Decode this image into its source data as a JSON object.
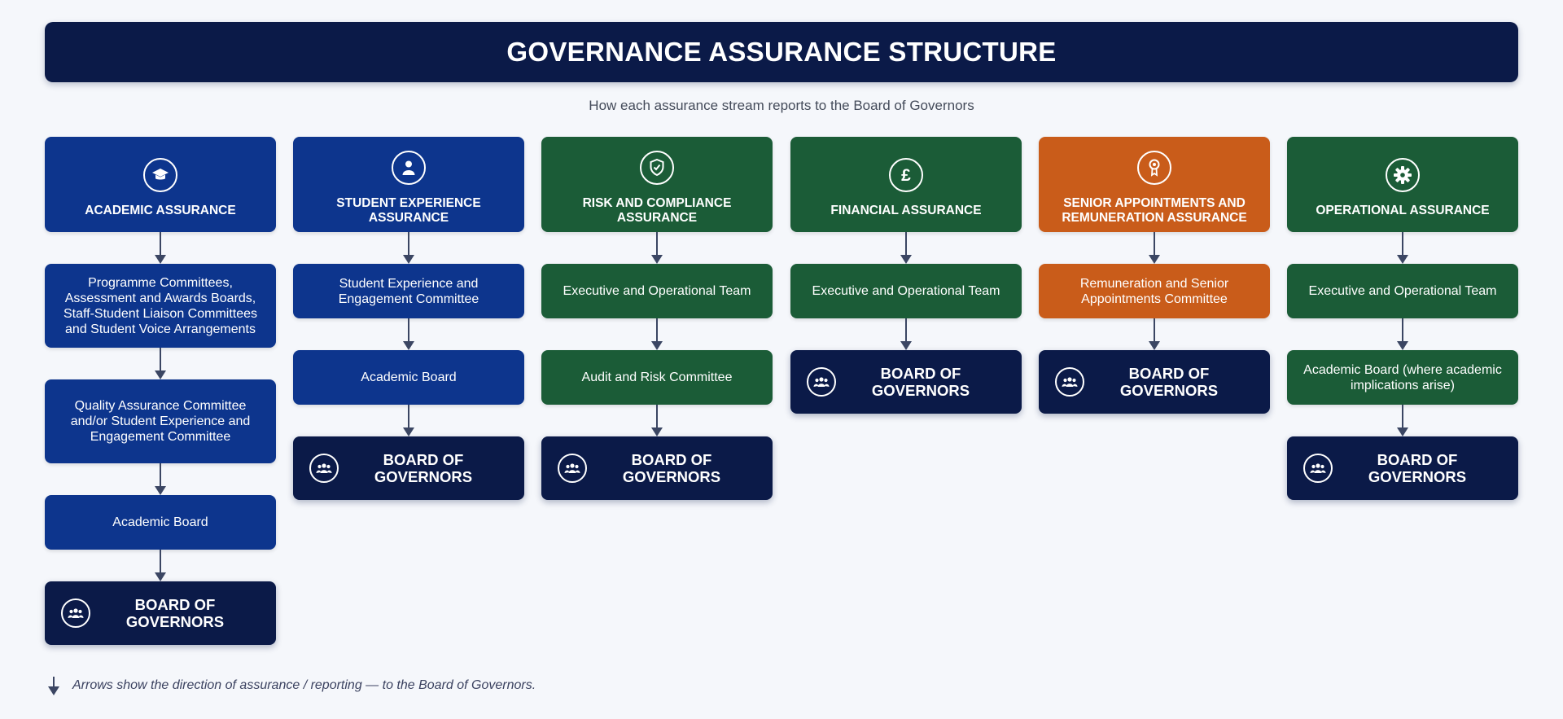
{
  "header": {
    "title": "GOVERNANCE ASSURANCE STRUCTURE",
    "subtitle": "How each assurance stream reports to the Board of Governors"
  },
  "colors": {
    "blue": "#0d358d",
    "green": "#1b5c37",
    "orange": "#c95c1a",
    "navy": "#0b1a48"
  },
  "columns": [
    {
      "title": "ACADEMIC ASSURANCE",
      "icon": "graduation-cap-icon",
      "steps": [
        "Programme Committees, Assessment and Awards Boards, Staff-Student Liaison Committees and Student Voice Arrangements",
        "Quality Assurance Committee and/or Student Experience and Engagement Committee",
        "Academic Board"
      ],
      "board": "BOARD OF GOVERNORS"
    },
    {
      "title": "STUDENT EXPERIENCE ASSURANCE",
      "icon": "person-icon",
      "steps": [
        "Student Experience and Engagement Committee",
        "Academic Board"
      ],
      "board": "BOARD OF GOVERNORS"
    },
    {
      "title": "RISK AND COMPLIANCE ASSURANCE",
      "icon": "shield-check-icon",
      "steps": [
        "Executive and Operational Team",
        "Audit and Risk Committee"
      ],
      "board": "BOARD OF GOVERNORS"
    },
    {
      "title": "FINANCIAL ASSURANCE",
      "icon": "pound-icon",
      "steps": [
        "Executive and Operational Team"
      ],
      "board": "BOARD OF GOVERNORS"
    },
    {
      "title": "SENIOR APPOINTMENTS AND REMUNERATION ASSURANCE",
      "icon": "award-medal-icon",
      "steps": [
        "Remuneration and Senior Appointments Committee"
      ],
      "board": "BOARD OF GOVERNORS"
    },
    {
      "title": "OPERATIONAL ASSURANCE",
      "icon": "gear-icon",
      "steps": [
        "Executive and Operational Team",
        "Academic Board (where academic implications arise)"
      ],
      "board": "BOARD OF GOVERNORS"
    }
  ],
  "legend": {
    "text": "Arrows show the direction of assurance / reporting — to the Board of Governors."
  }
}
